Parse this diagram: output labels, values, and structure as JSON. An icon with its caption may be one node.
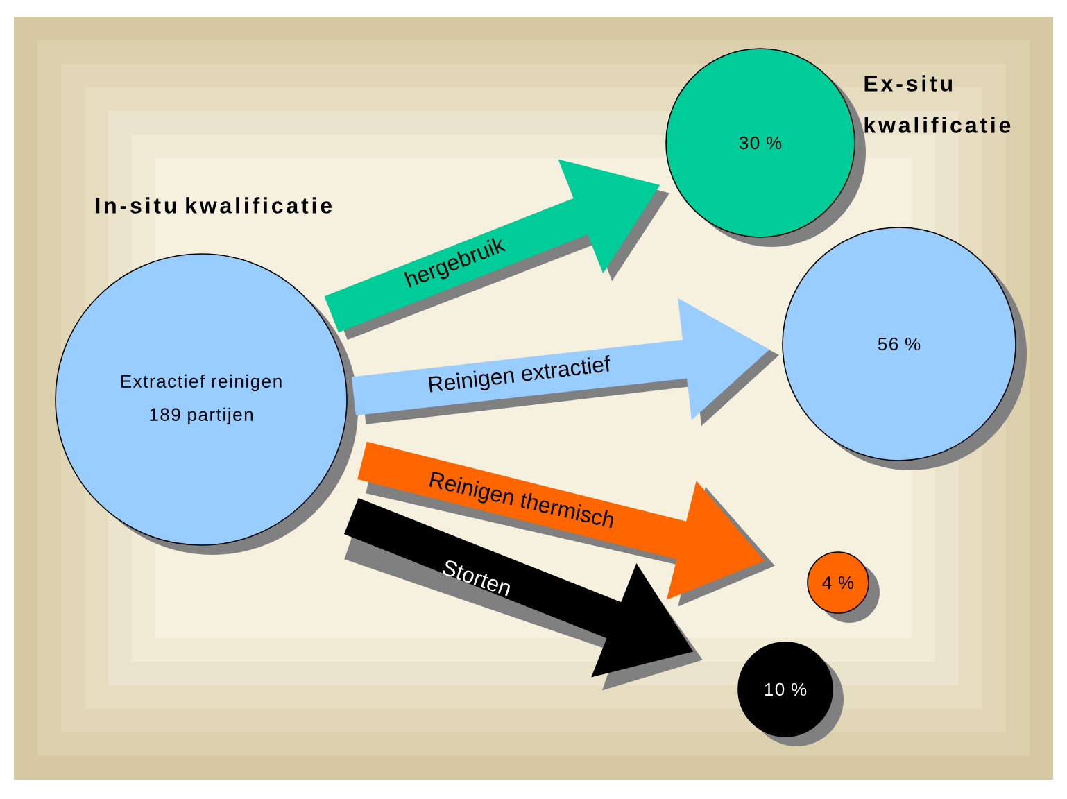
{
  "diagram": {
    "nodes": [
      {
        "text": [
          "Extractief reinigen 189 partijen"
        ]
      },
      {
        "text": [
          "30 %"
        ]
      },
      {
        "text": [
          "56 %"
        ]
      },
      {
        "text": [
          "4 %"
        ]
      },
      {
        "text": [
          "10 %"
        ]
      }
    ],
    "edges": [
      {
        "from": 0,
        "to": 1,
        "arrow": "to",
        "label": "hergebruik",
        "color": "#00cc99"
      },
      {
        "from": 0,
        "to": 2,
        "arrow": "to",
        "label": "Reinigen extractief",
        "color": "#99ccff"
      },
      {
        "from": 0,
        "to": 3,
        "arrow": "to",
        "label": "Reinigen thermisch",
        "color": "#ff6600"
      },
      {
        "from": 0,
        "to": 4,
        "arrow": "to",
        "label": "Storten",
        "color": "#000000"
      }
    ],
    "labels": [
      "In-situ kwalificatie",
      "Ex-situ kwalificatie"
    ]
  }
}
